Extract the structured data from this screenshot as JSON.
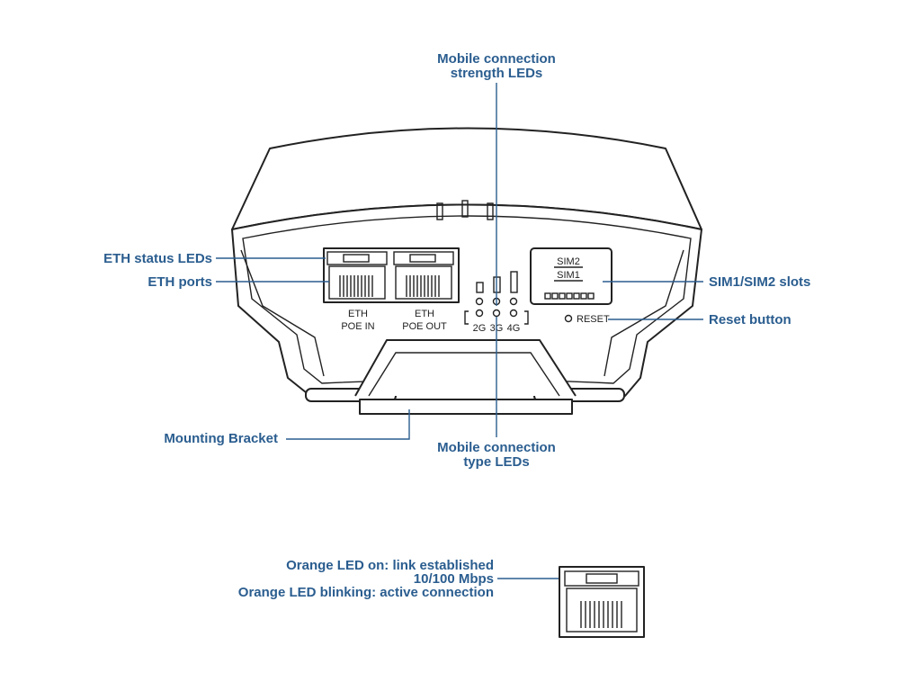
{
  "callouts": {
    "mobile_strength": [
      "Mobile connection",
      "strength LEDs"
    ],
    "eth_status": "ETH status LEDs",
    "eth_ports": "ETH ports",
    "sim_slots": "SIM1/SIM2 slots",
    "reset_button": "Reset button",
    "mounting_bracket": "Mounting Bracket",
    "mobile_type": [
      "Mobile connection",
      "type LEDs"
    ]
  },
  "device": {
    "port1": [
      "ETH",
      "POE IN"
    ],
    "port2": [
      "ETH",
      "POE OUT"
    ],
    "net_types": [
      "2G",
      "3G",
      "4G"
    ],
    "sim2": "SIM2",
    "sim1": "SIM1",
    "reset": "RESET"
  },
  "legend": {
    "line1": "Orange LED on: link established",
    "line2": "10/100 Mbps",
    "line3": "Orange LED blinking: active connection"
  },
  "colors": {
    "callout": "#2a5d8f",
    "outline": "#222222"
  }
}
